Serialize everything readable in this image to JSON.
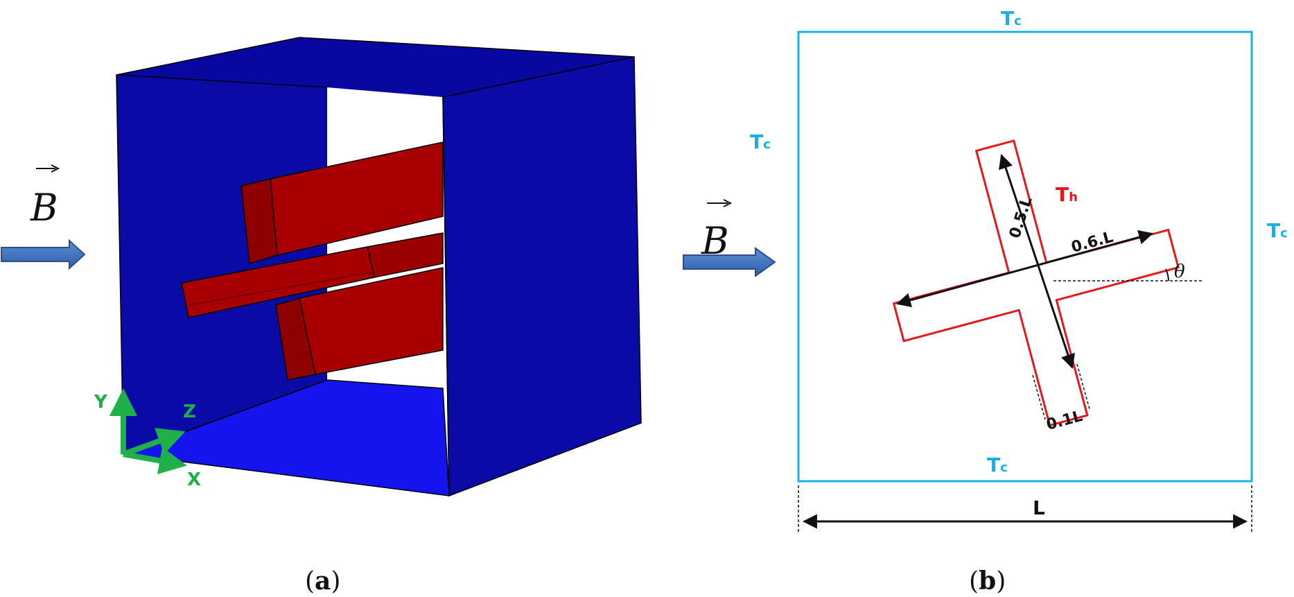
{
  "panel_a": {
    "field_label": "B",
    "axes": {
      "x": "X",
      "y": "Y",
      "z": "Z"
    },
    "caption_open": "(",
    "caption_letter": "a",
    "caption_close": ")"
  },
  "panel_b": {
    "field_label": "B",
    "top_temp": "T",
    "top_sub": "c",
    "left_temp": "T",
    "left_sub": "c",
    "right_temp": "T",
    "right_sub": "c",
    "bottom_temp": "T",
    "bottom_sub": "c",
    "hot_temp": "T",
    "hot_sub": "h",
    "dim_vertical": "0.5.L",
    "dim_horizontal": "0.6.L",
    "dim_width": "0.1L",
    "angle": "θ",
    "length": "L",
    "caption_open": "(",
    "caption_letter": "b",
    "caption_close": ")"
  },
  "colors": {
    "cube_face": "#0a0aa3",
    "cube_floor": "#1414ee",
    "obstacle": "#a80000",
    "cold_wall": "#17b1e6",
    "hot_wall": "#e8161b",
    "arrow": "#3d6fba",
    "axes": "#1fb04a"
  }
}
